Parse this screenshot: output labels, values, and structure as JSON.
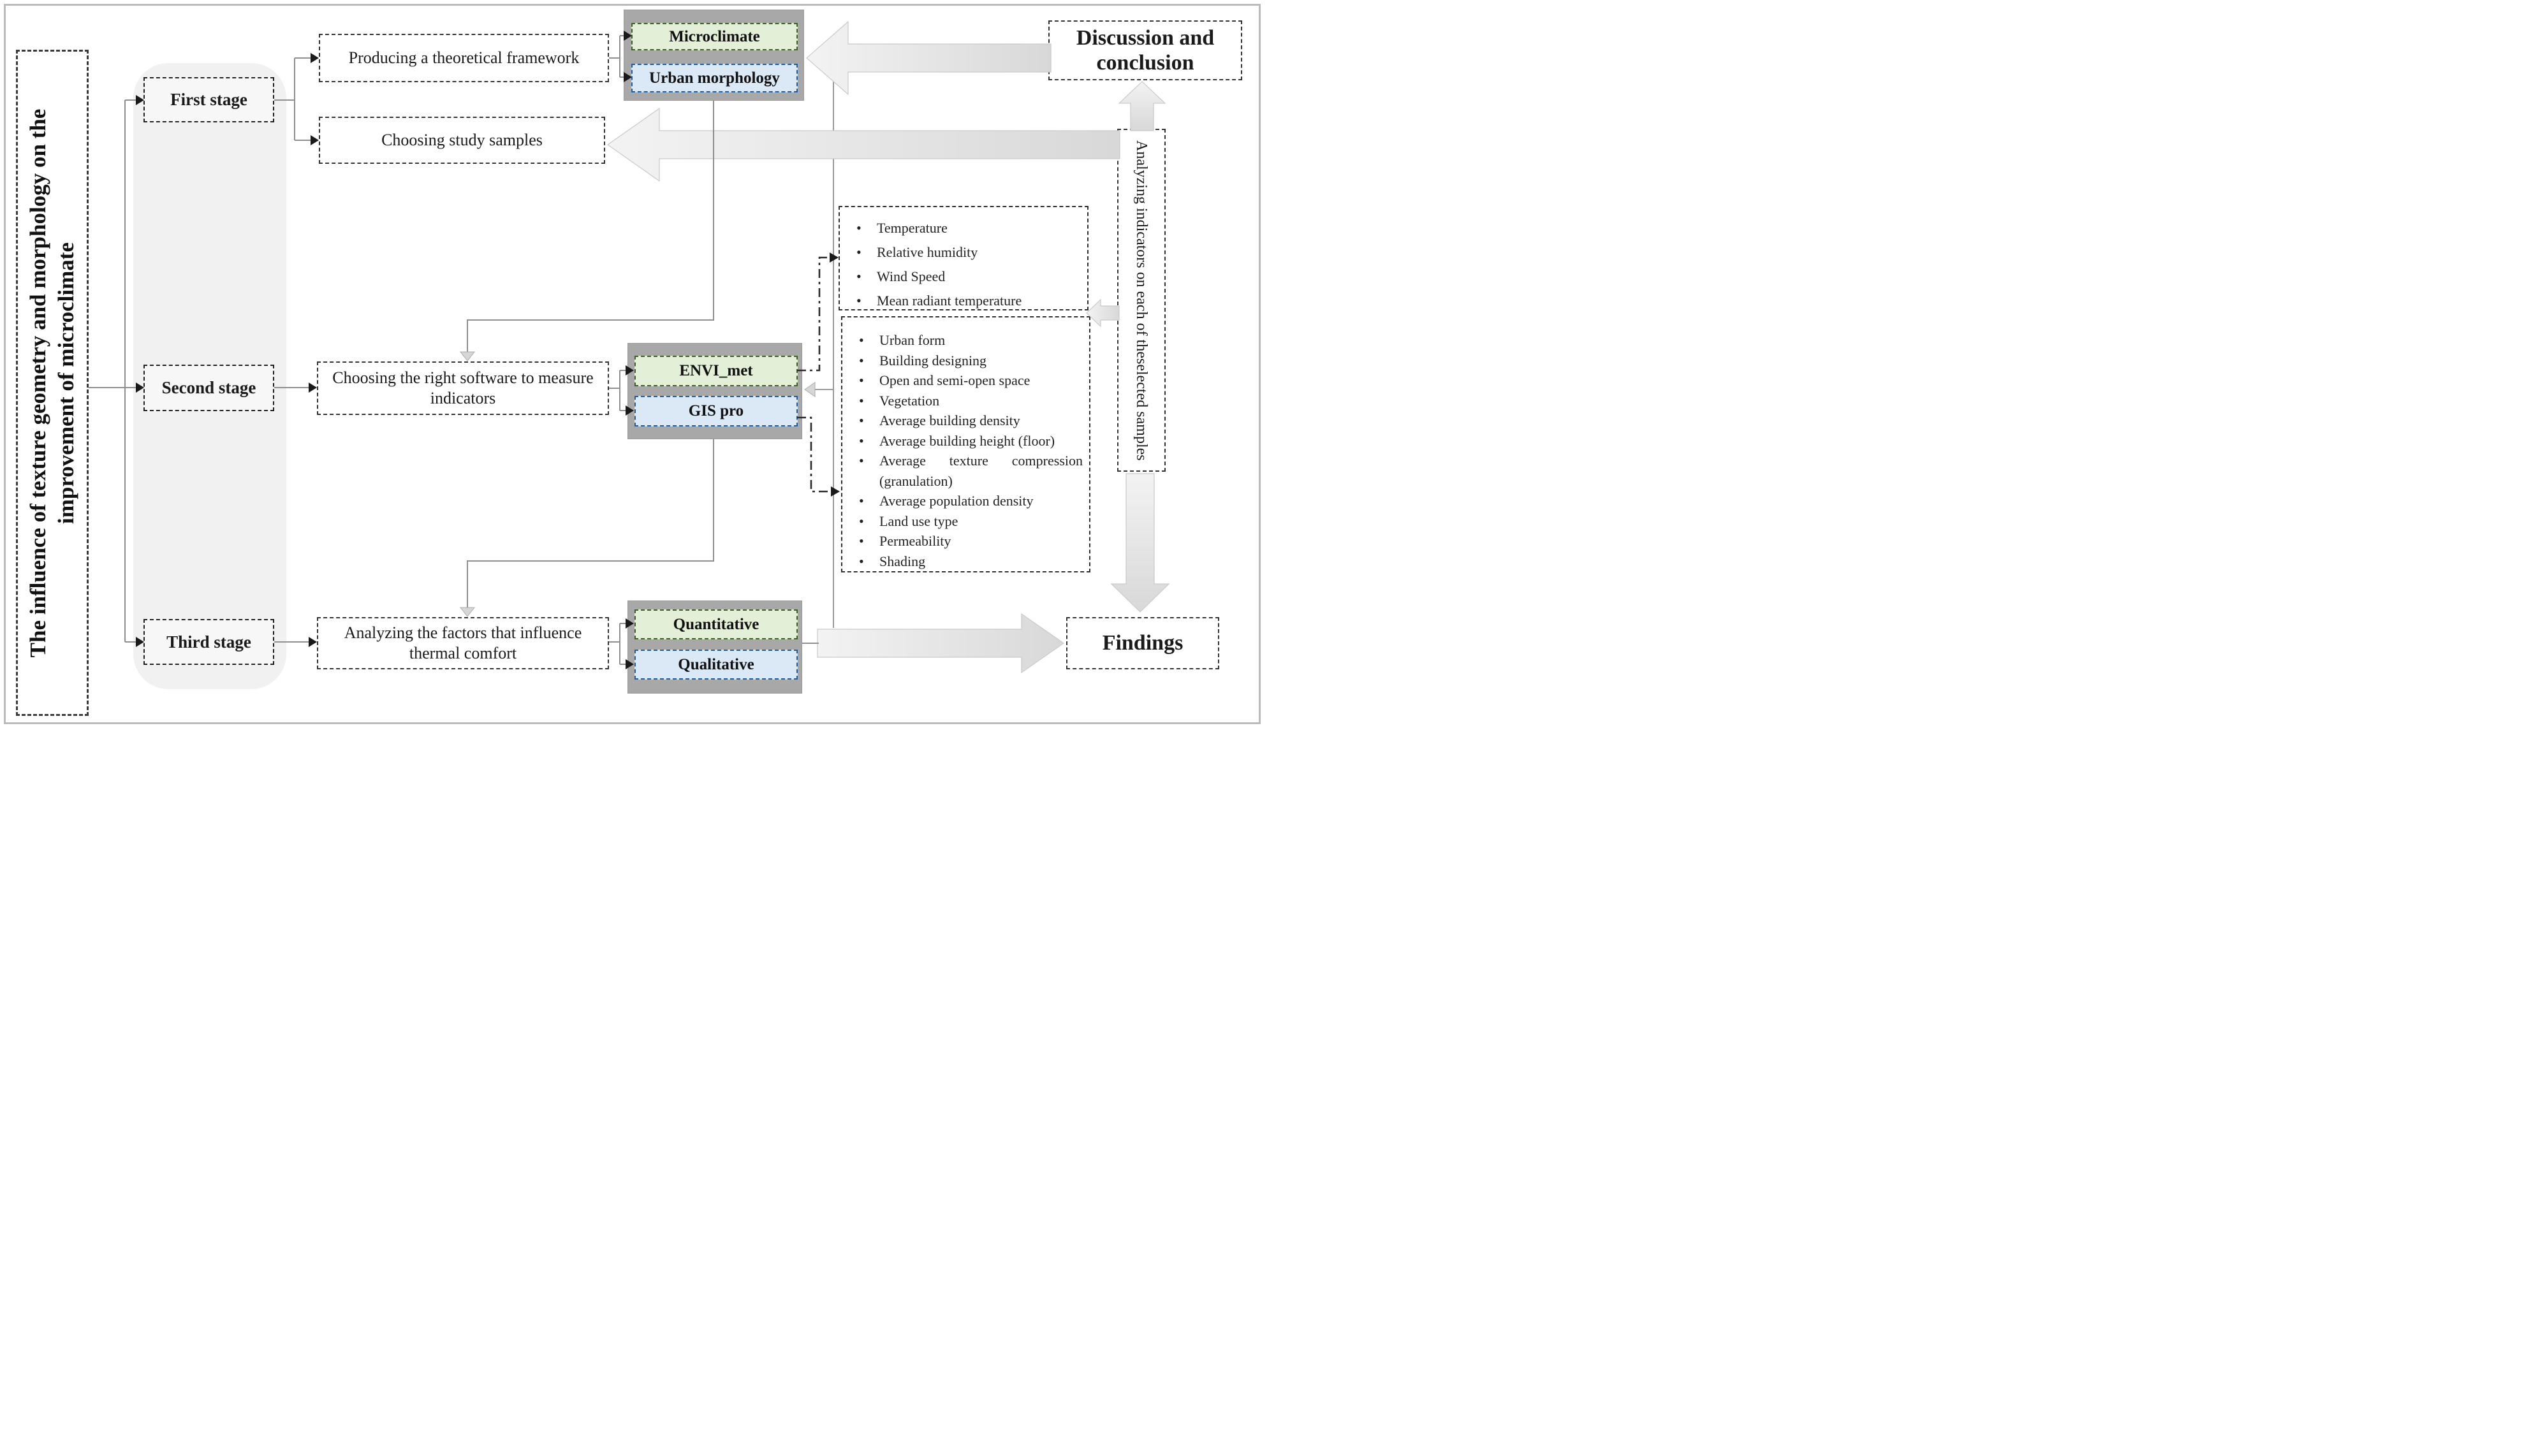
{
  "title_panel": {
    "text": "The influence of texture geometry and morphology on the improvement of microclimate"
  },
  "stages": [
    {
      "label": "First stage"
    },
    {
      "label": "Second stage"
    },
    {
      "label": "Third stage"
    }
  ],
  "process_boxes": {
    "theoretical_framework": "Producing a theoretical framework",
    "study_samples": "Choosing study samples",
    "software": "Choosing the right software to measure indicators",
    "thermal_comfort": "Analyzing the factors that influence thermal comfort"
  },
  "tag_groups": {
    "framework_outputs": {
      "green": "Microclimate",
      "blue": "Urban morphology"
    },
    "software_tools": {
      "green": "ENVI_met",
      "blue": "GIS pro"
    },
    "analysis_methods": {
      "green": "Quantitative",
      "blue": "Qualitative"
    }
  },
  "right_panel": {
    "discussion": "Discussion and conclusion",
    "analyzing_line1": "Analyzing indicators on each of the",
    "analyzing_line2": "selected samples",
    "findings": "Findings"
  },
  "lists": {
    "climate_indicators": {
      "items": [
        "Temperature",
        "Relative humidity",
        "Wind Speed",
        "Mean radiant temperature"
      ]
    },
    "morphology_indicators": {
      "items": [
        "Urban form",
        "Building designing",
        "Open and semi-open space",
        "Vegetation",
        "Average building density",
        "Average building height (floor)",
        "Average texture compression (granulation)",
        "Average population density",
        "Land use type",
        "Permeability",
        "Shading"
      ]
    }
  },
  "colors": {
    "green_fill": "#e3efd7",
    "green_border": "#3c6126",
    "blue_fill": "#dbe8f6",
    "blue_border": "#1f5fa0",
    "gray_group": "#a8a8a8",
    "stage_panel": "#f1f1f1",
    "arrow_fill": "#e9e9e9",
    "connector_gray": "#8f8f8f",
    "frame_border": "#bcbcbc"
  }
}
